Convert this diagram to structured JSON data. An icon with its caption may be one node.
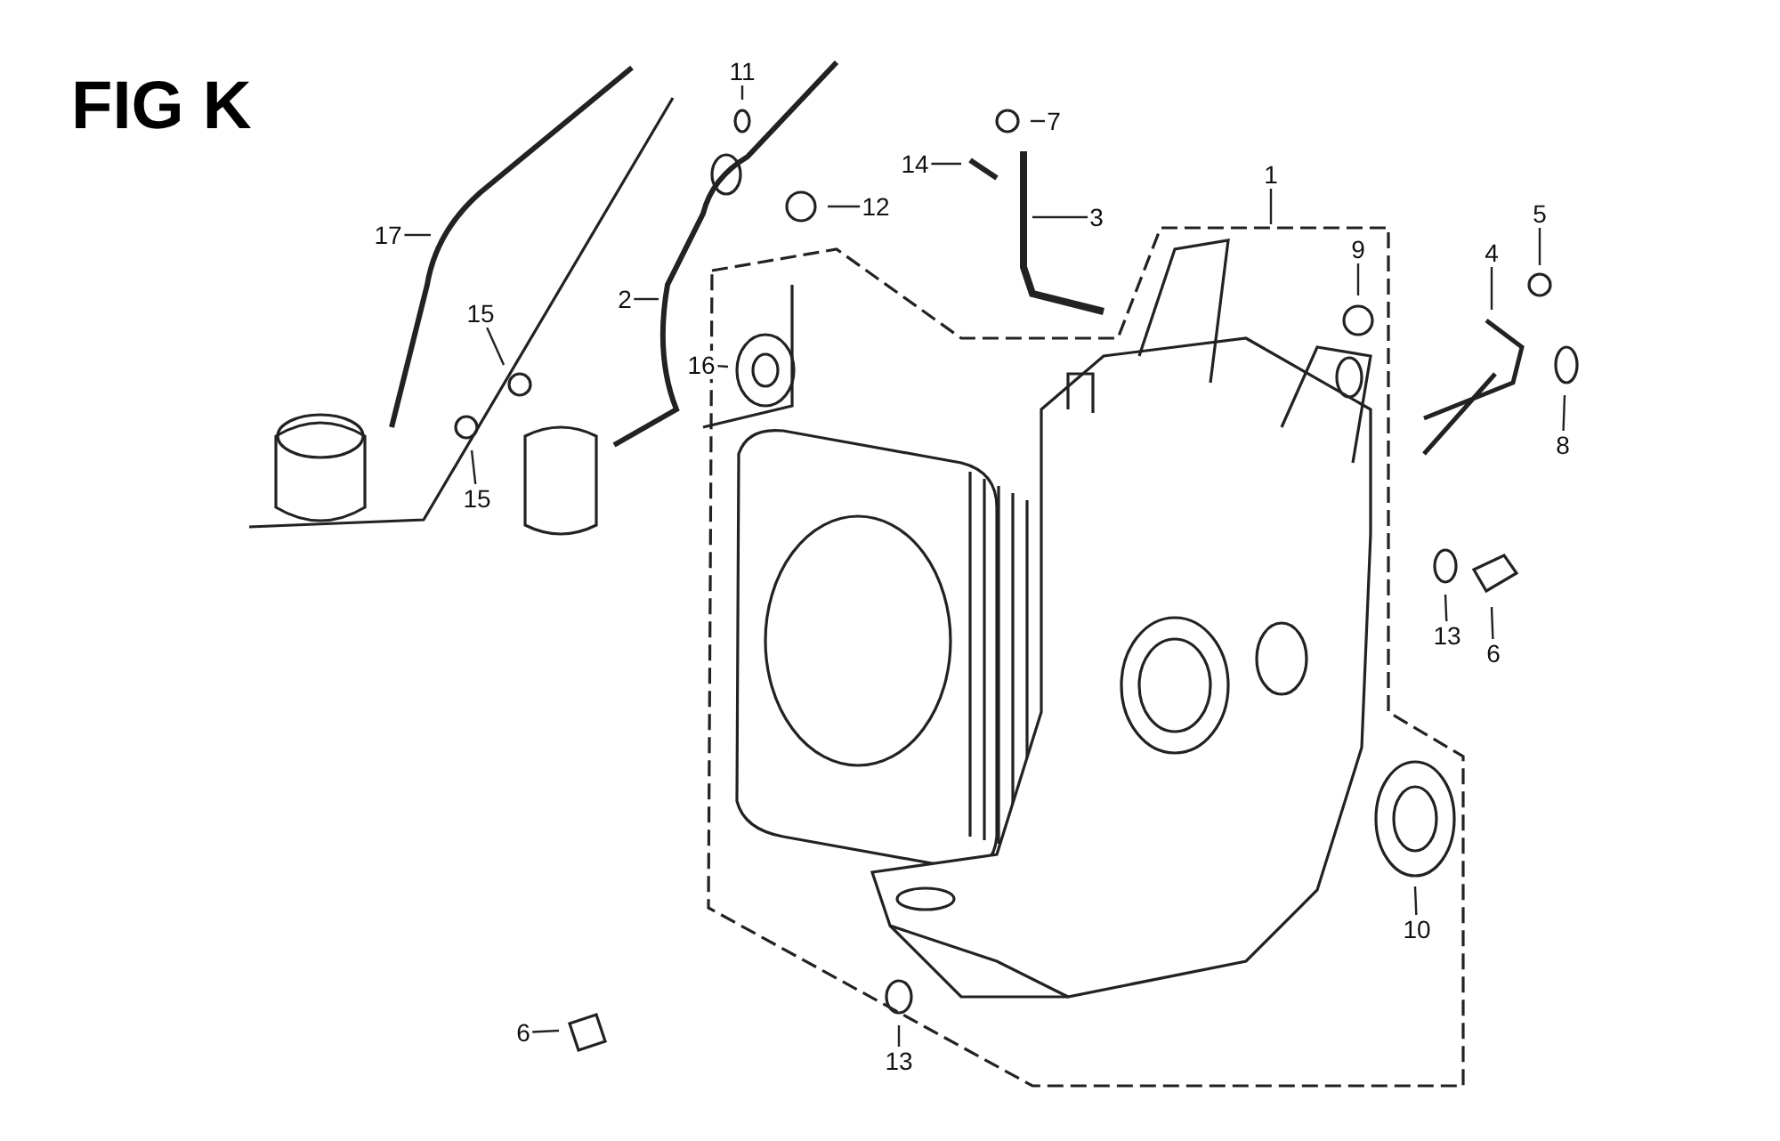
{
  "diagram": {
    "title": "FIG K",
    "nodes": [
      {
        "text": [
          "11"
        ]
      },
      {
        "text": [
          "7"
        ]
      },
      {
        "text": [
          "14"
        ]
      },
      {
        "text": [
          "1"
        ]
      },
      {
        "text": [
          "12"
        ]
      },
      {
        "text": [
          "3"
        ]
      },
      {
        "text": [
          "5"
        ]
      },
      {
        "text": [
          "17"
        ]
      },
      {
        "text": [
          "4"
        ]
      },
      {
        "text": [
          "9"
        ]
      },
      {
        "text": [
          "2"
        ]
      },
      {
        "text": [
          "15"
        ]
      },
      {
        "text": [
          "16"
        ]
      },
      {
        "text": [
          "8"
        ]
      },
      {
        "text": [
          "15"
        ]
      },
      {
        "text": [
          "13"
        ]
      },
      {
        "text": [
          "6"
        ]
      },
      {
        "text": [
          "10"
        ]
      },
      {
        "text": [
          "6"
        ]
      },
      {
        "text": [
          "13"
        ]
      }
    ],
    "edges": [
      {
        "from": 0,
        "to": null,
        "arrow": "none"
      },
      {
        "from": 1,
        "to": null,
        "arrow": "none"
      },
      {
        "from": 2,
        "to": null,
        "arrow": "none"
      },
      {
        "from": 3,
        "to": null,
        "arrow": "none"
      },
      {
        "from": 4,
        "to": null,
        "arrow": "none"
      },
      {
        "from": 5,
        "to": null,
        "arrow": "none"
      },
      {
        "from": 6,
        "to": null,
        "arrow": "none"
      },
      {
        "from": 7,
        "to": null,
        "arrow": "none"
      },
      {
        "from": 8,
        "to": null,
        "arrow": "none"
      },
      {
        "from": 9,
        "to": null,
        "arrow": "none"
      },
      {
        "from": 10,
        "to": null,
        "arrow": "none"
      },
      {
        "from": 11,
        "to": null,
        "arrow": "none"
      },
      {
        "from": 12,
        "to": null,
        "arrow": "none"
      },
      {
        "from": 13,
        "to": null,
        "arrow": "none"
      },
      {
        "from": 14,
        "to": null,
        "arrow": "none"
      },
      {
        "from": 15,
        "to": null,
        "arrow": "none"
      },
      {
        "from": 16,
        "to": null,
        "arrow": "none"
      },
      {
        "from": 17,
        "to": null,
        "arrow": "none"
      },
      {
        "from": 18,
        "to": null,
        "arrow": "none"
      },
      {
        "from": 19,
        "to": null,
        "arrow": "none"
      }
    ]
  }
}
